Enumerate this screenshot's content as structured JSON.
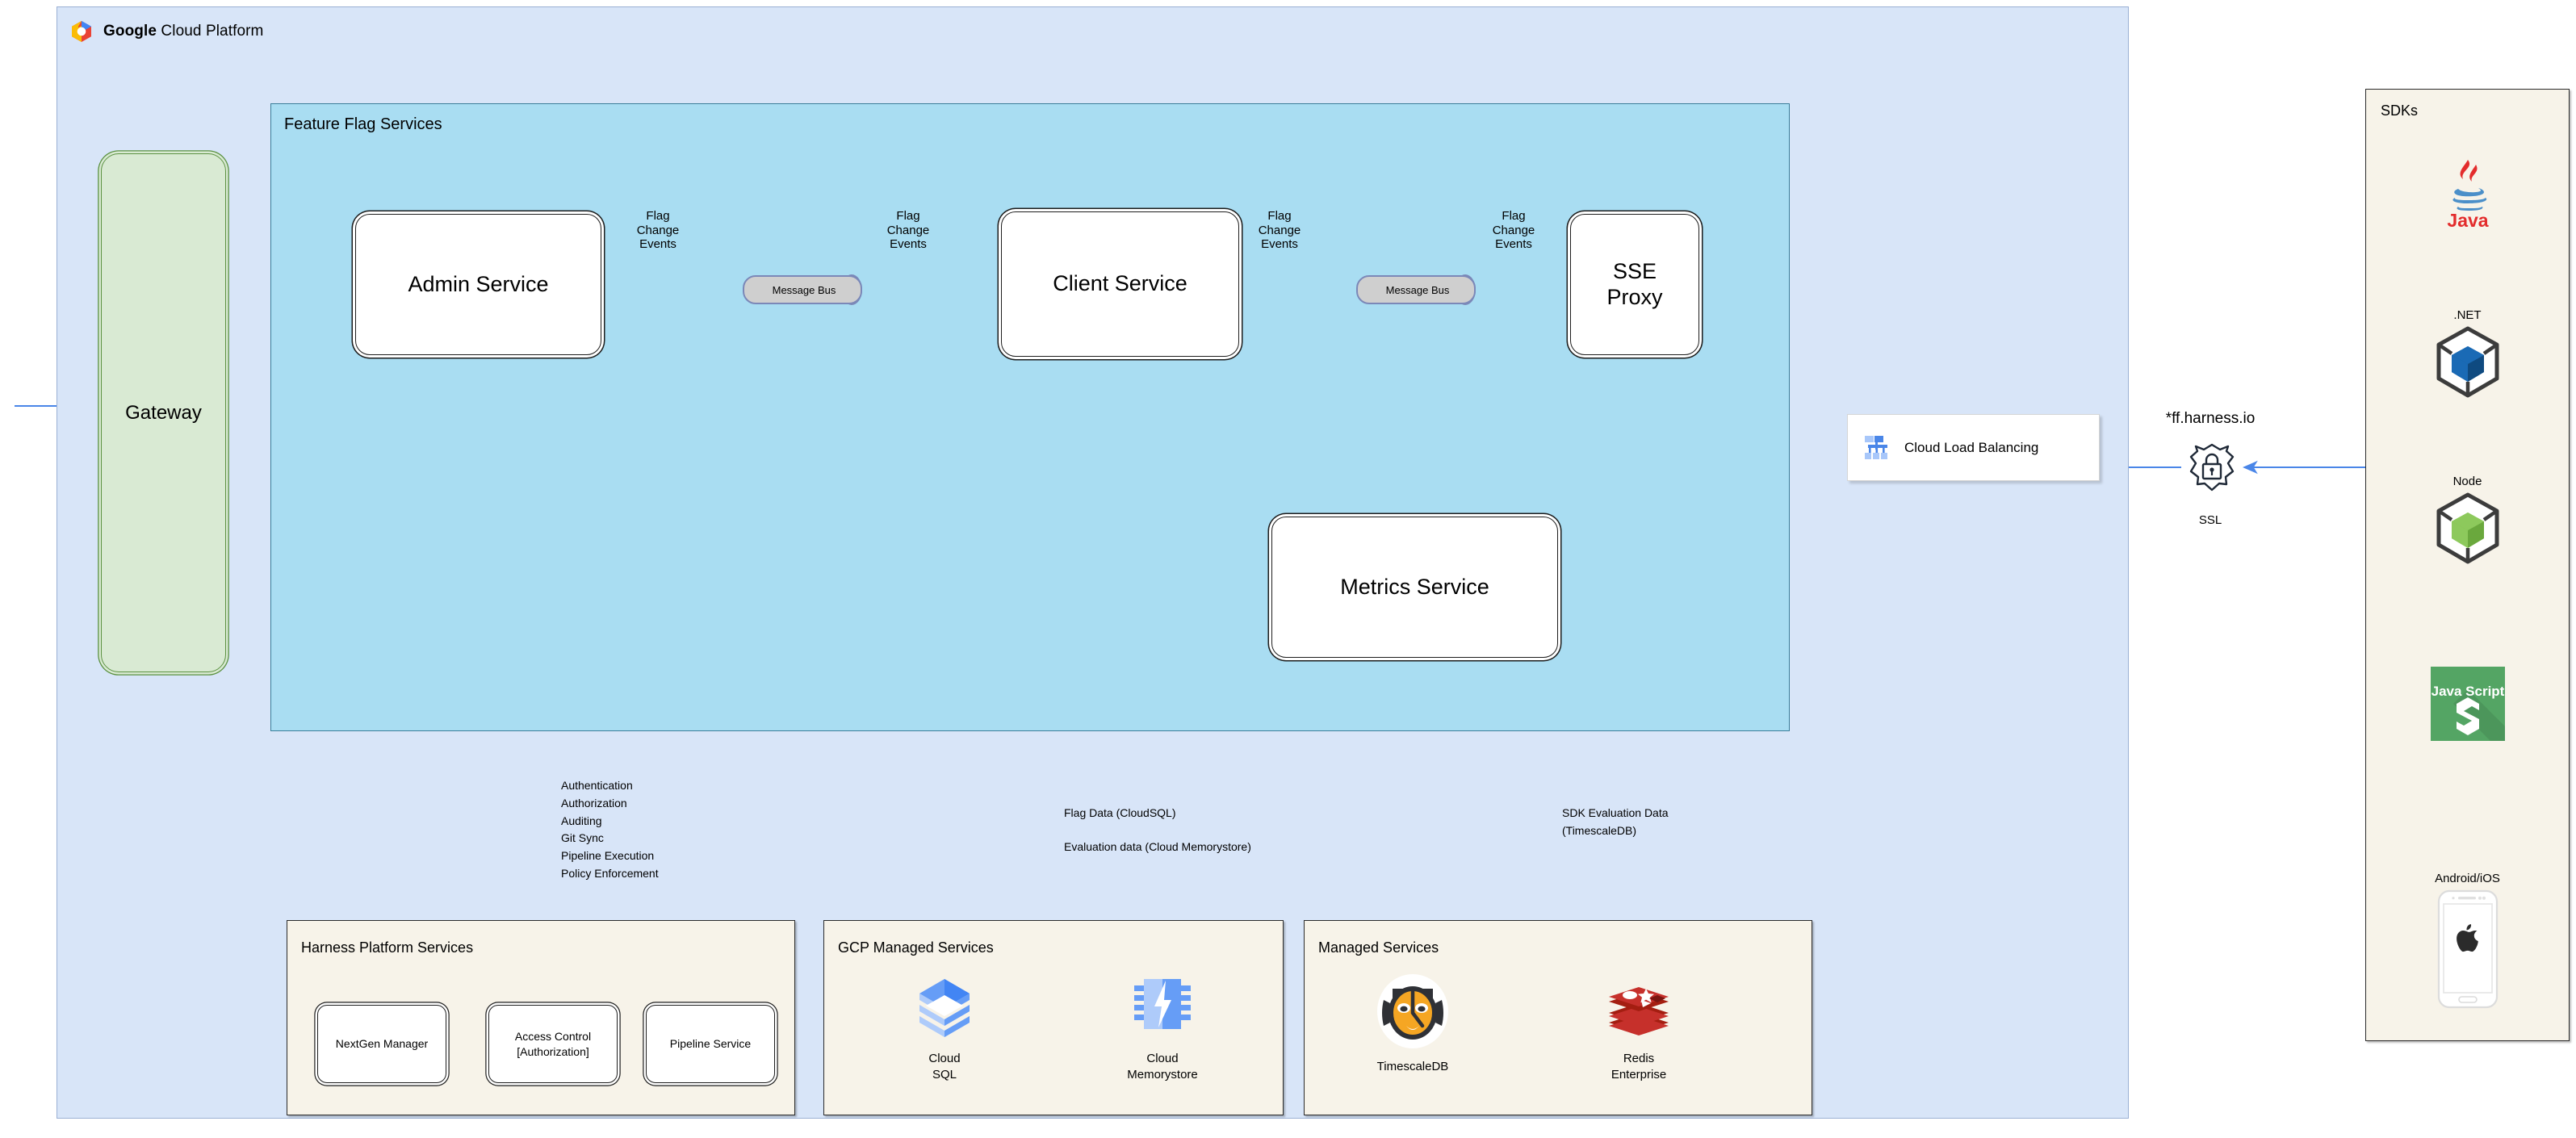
{
  "gcp": {
    "title_bold": "Google",
    "title_rest": " Cloud Platform",
    "icon": "google-cloud-logo"
  },
  "feature_flag_services": {
    "title": "Feature Flag Services",
    "services": [
      {
        "id": "admin-service",
        "label": "Admin Service"
      },
      {
        "id": "client-service",
        "label": "Client Service"
      },
      {
        "id": "sse-proxy",
        "label": "SSE\nProxy",
        "line1": "SSE",
        "line2": "Proxy"
      },
      {
        "id": "metrics-service",
        "label": "Metrics Service"
      }
    ],
    "message_buses": [
      {
        "id": "message-bus-1",
        "label": "Message Bus"
      },
      {
        "id": "message-bus-2",
        "label": "Message Bus"
      }
    ],
    "edge_labels": [
      {
        "id": "flag-change-events-1",
        "line1": "Flag",
        "line2": "Change",
        "line3": "Events"
      },
      {
        "id": "flag-change-events-2",
        "line1": "Flag",
        "line2": "Change",
        "line3": "Events"
      },
      {
        "id": "flag-change-events-3",
        "line1": "Flag",
        "line2": "Change",
        "line3": "Events"
      },
      {
        "id": "flag-change-events-4",
        "line1": "Flag",
        "line2": "Change",
        "line3": "Events"
      }
    ]
  },
  "gateway": {
    "label": "Gateway"
  },
  "load_balancer": {
    "label": "Cloud Load Balancing",
    "icon": "cloud-load-balancing-icon"
  },
  "ssl": {
    "host": "*ff.harness.io",
    "caption": "SSL",
    "icon": "shield-lock-icon"
  },
  "notes": {
    "harness": [
      "Authentication",
      "Authorization",
      "Auditing",
      "Git Sync",
      "Pipeline Execution",
      "Policy Enforcement"
    ],
    "gcp_line1": "Flag Data (CloudSQL)",
    "gcp_line2": "Evaluation data (Cloud Memorystore)",
    "managed_line1": "SDK Evaluation Data",
    "managed_line2": "(TimescaleDB)"
  },
  "groups": [
    {
      "id": "harness-platform-services",
      "title": "Harness Platform Services",
      "items": [
        {
          "id": "nextgen-manager",
          "line1": "NextGen Manager",
          "line2": ""
        },
        {
          "id": "access-control",
          "line1": "Access Control",
          "line2": "[Authorization]"
        },
        {
          "id": "pipeline-service",
          "line1": "Pipeline Service",
          "line2": ""
        }
      ]
    },
    {
      "id": "gcp-managed-services",
      "title": "GCP Managed Services",
      "items": [
        {
          "id": "cloud-sql",
          "line1": "Cloud",
          "line2": "SQL",
          "icon": "cloud-sql-icon"
        },
        {
          "id": "cloud-memorystore",
          "line1": "Cloud",
          "line2": "Memorystore",
          "icon": "cloud-memorystore-icon"
        }
      ]
    },
    {
      "id": "managed-services",
      "title": "Managed Services",
      "items": [
        {
          "id": "timescaledb",
          "line1": "TimescaleDB",
          "line2": "",
          "icon": "timescaledb-icon"
        },
        {
          "id": "redis-enterprise",
          "line1": "Redis",
          "line2": "Enterprise",
          "icon": "redis-icon"
        }
      ]
    }
  ],
  "sdks": {
    "title": "SDKs",
    "items": [
      {
        "id": "java",
        "label": "",
        "icon": "java-icon",
        "caption_below": "Java"
      },
      {
        "id": "dotnet",
        "label": ".NET",
        "icon": "dotnet-cube-icon"
      },
      {
        "id": "node",
        "label": "Node",
        "icon": "node-cube-icon"
      },
      {
        "id": "javascript",
        "label": "",
        "icon": "javascript-icon",
        "tile_line1": "Java Script"
      },
      {
        "id": "android-ios",
        "label": "Android/iOS",
        "icon": "apple-phone-icon"
      }
    ]
  },
  "colors": {
    "canvas": "#d8e5f8",
    "ffs_panel": "#a9ddf2",
    "group_panel": "#f7f3e9",
    "gateway": "#d9ead3",
    "arrow_blue": "#4a86e8",
    "arrow_black": "#1d1d1d"
  }
}
